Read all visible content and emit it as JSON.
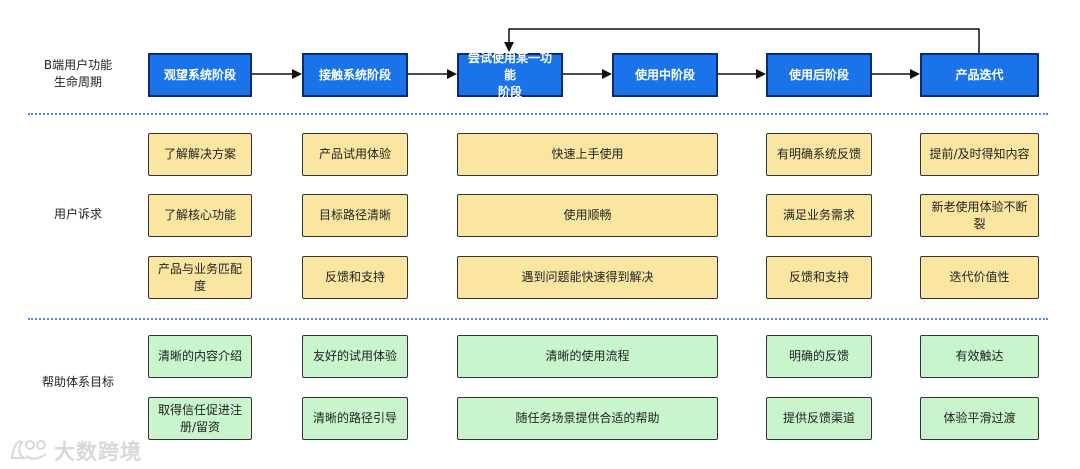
{
  "row_labels": {
    "lifecycle": "B端用户功能\n生命周期",
    "needs": "用户诉求",
    "help": "帮助体系目标"
  },
  "stages": [
    "观望系统阶段",
    "接触系统阶段",
    "尝试使用某一功能\n阶段",
    "使用中阶段",
    "使用后阶段",
    "产品迭代"
  ],
  "needs": {
    "col1": [
      "了解解决方案",
      "了解核心功能",
      "产品与业务匹配度"
    ],
    "col2": [
      "产品试用体验",
      "目标路径清晰",
      "反馈和支持"
    ],
    "col3": [
      "快速上手使用",
      "使用顺畅",
      "遇到问题能快速得到解决"
    ],
    "col4": [
      "有明确系统反馈",
      "满足业务需求",
      "反馈和支持"
    ],
    "col5": [
      "提前/及时得知内容",
      "新老使用体验不断裂",
      "迭代价值性"
    ]
  },
  "help": {
    "col1": [
      "清晰的内容介绍",
      "取得信任促进注\n册/留资"
    ],
    "col2": [
      "友好的试用体验",
      "清晰的路径引导"
    ],
    "col3": [
      "清晰的使用流程",
      "随任务场景提供合适的帮助"
    ],
    "col4": [
      "明确的反馈",
      "提供反馈渠道"
    ],
    "col5": [
      "有效触达",
      "体验平滑过渡"
    ]
  },
  "watermark": "大数跨境",
  "colors": {
    "stage_fill": "#1a73e8",
    "stage_border": "#0b2a78",
    "need_fill": "#fbe6a1",
    "help_fill": "#c8f5cc",
    "separator": "#4a90d9"
  }
}
